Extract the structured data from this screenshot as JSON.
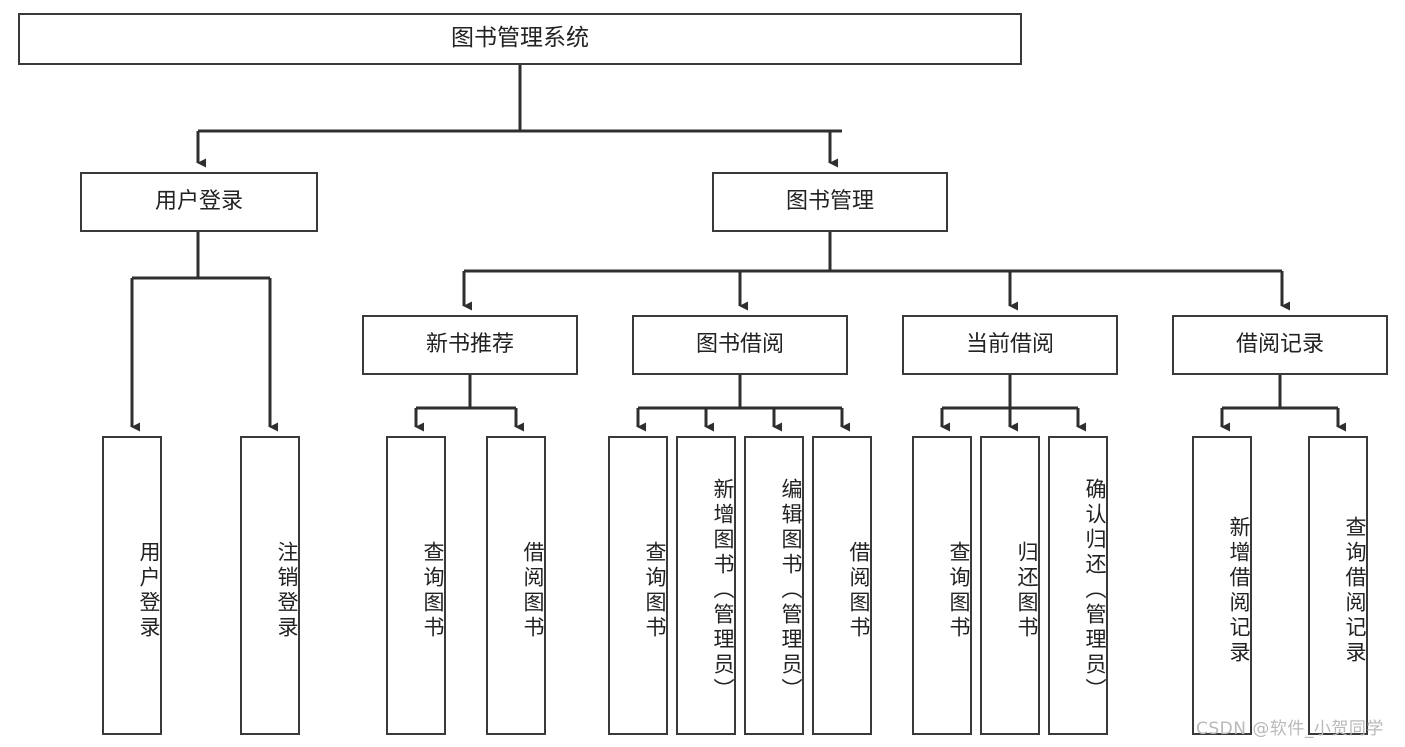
{
  "diagram": {
    "title": "图书管理系统",
    "type": "tree-hierarchy-chart",
    "orientation": "top-down",
    "colors": {
      "box_border": "#3a3a3a",
      "box_fill": "#ffffff",
      "connector": "#2f2f2f",
      "text": "#222222",
      "watermark": "#b9b9b9",
      "background": "#ffffff"
    },
    "root": {
      "label": "图书管理系统"
    },
    "level2": [
      {
        "label": "用户登录"
      },
      {
        "label": "图书管理"
      }
    ],
    "level3": [
      {
        "label": "新书推荐"
      },
      {
        "label": "图书借阅"
      },
      {
        "label": "当前借阅"
      },
      {
        "label": "借阅记录"
      }
    ],
    "leaves": {
      "user_login": [
        {
          "label": "用户登录"
        },
        {
          "label": "注销登录"
        }
      ],
      "new_book_recommend": [
        {
          "label": "查询图书"
        },
        {
          "label": "借阅图书"
        }
      ],
      "book_borrow": [
        {
          "label": "查询图书"
        },
        {
          "label": "新增图书（管理员）"
        },
        {
          "label": "编辑图书（管理员）"
        },
        {
          "label": "借阅图书"
        }
      ],
      "current_borrow": [
        {
          "label": "查询图书"
        },
        {
          "label": "归还图书"
        },
        {
          "label": "确认归还（管理员）"
        }
      ],
      "borrow_record": [
        {
          "label": "新增借阅记录"
        },
        {
          "label": "查询借阅记录"
        }
      ]
    }
  },
  "watermark": {
    "text": "CSDN @软件_小贺同学"
  }
}
